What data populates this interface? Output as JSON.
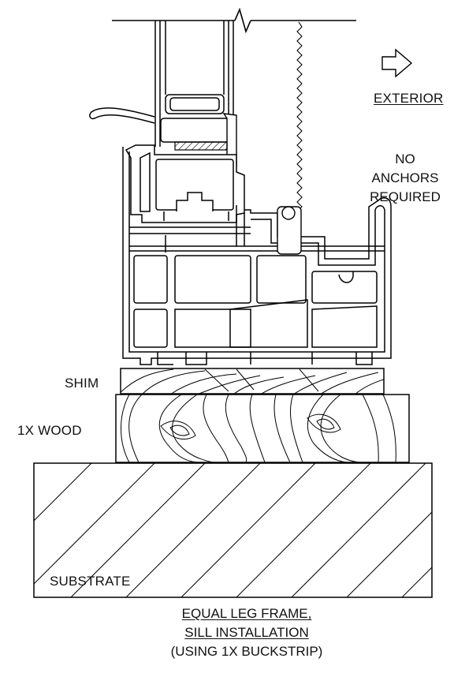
{
  "labels": {
    "exterior": "EXTERIOR",
    "note_lines": [
      "NO",
      "ANCHORS",
      "REQUIRED"
    ],
    "shim": "SHIM",
    "wood": "1X WOOD",
    "substrate": "SUBSTRATE"
  },
  "caption": {
    "line1": "EQUAL LEG FRAME,",
    "line2": "SILL INSTALLATION",
    "line3": "(USING 1X BUCKSTRIP)"
  },
  "icons": {
    "direction": "arrow-right-icon",
    "break": "break-line-icon"
  }
}
